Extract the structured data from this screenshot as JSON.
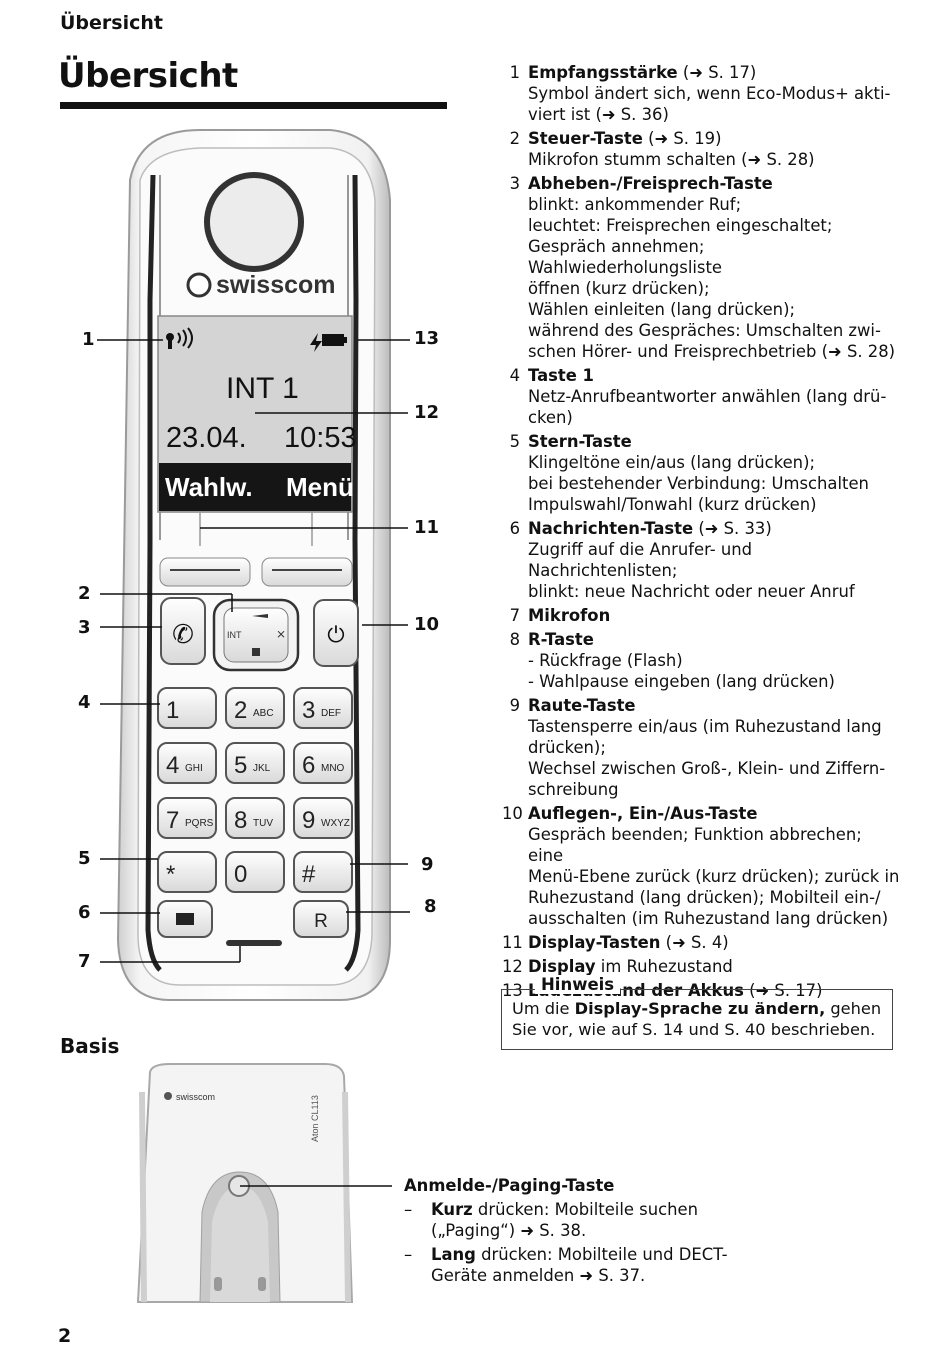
{
  "header": {
    "running_head": "Übersicht",
    "title": "Übersicht"
  },
  "phone": {
    "brand": "swisscom",
    "display": {
      "line1": "INT 1",
      "date": "23.04.",
      "time": "10:53",
      "softkey_left": "Wahlw.",
      "softkey_right": "Menü"
    },
    "nav_int_label": "INT",
    "keys": [
      {
        "digit": "1",
        "letters": ""
      },
      {
        "digit": "2",
        "letters": "ABC"
      },
      {
        "digit": "3",
        "letters": "DEF"
      },
      {
        "digit": "4",
        "letters": "GHI"
      },
      {
        "digit": "5",
        "letters": "JKL"
      },
      {
        "digit": "6",
        "letters": "MNO"
      },
      {
        "digit": "7",
        "letters": "PQRS"
      },
      {
        "digit": "8",
        "letters": "TUV"
      },
      {
        "digit": "9",
        "letters": "WXYZ"
      },
      {
        "digit": "*",
        "letters": ""
      },
      {
        "digit": "0",
        "letters": ""
      },
      {
        "digit": "#",
        "letters": ""
      }
    ],
    "r_key": "R",
    "callouts": [
      "1",
      "2",
      "3",
      "4",
      "5",
      "6",
      "7",
      "8",
      "9",
      "10",
      "11",
      "12",
      "13"
    ]
  },
  "legend": [
    {
      "num": "1",
      "title": "Empfangsstärke",
      "ref": " (➜ S. 17)",
      "lines": [
        "Symbol ändert sich, wenn Eco-Modus+ akti-",
        "viert ist (➜ S. 36)"
      ]
    },
    {
      "num": "2",
      "title": "Steuer-Taste",
      "ref": " (➜ S. 19)",
      "lines": [
        "Mikrofon stumm schalten (➜ S. 28)"
      ]
    },
    {
      "num": "3",
      "title": "Abheben-/Freisprech-Taste",
      "ref": "",
      "lines": [
        "blinkt: ankommender Ruf;",
        "leuchtet: Freisprechen eingeschaltet;",
        "Gespräch annehmen; Wahlwiederholungsliste",
        "öffnen (kurz drücken);",
        "Wählen einleiten (lang drücken);",
        "während des Gespräches: Umschalten zwi-",
        "schen Hörer- und Freisprechbetrieb (➜ S. 28)"
      ]
    },
    {
      "num": "4",
      "title": "Taste 1",
      "ref": "",
      "lines": [
        "Netz-Anrufbeantworter anwählen (lang drü-",
        "cken)"
      ]
    },
    {
      "num": "5",
      "title": "Stern-Taste",
      "ref": "",
      "lines": [
        "Klingeltöne ein/aus (lang drücken);",
        "bei bestehender Verbindung: Umschalten",
        "Impulswahl/Tonwahl (kurz drücken)"
      ]
    },
    {
      "num": "6",
      "title": "Nachrichten-Taste",
      "ref": " (➜ S. 33)",
      "lines": [
        "Zugriff auf die Anrufer- und Nachrichtenlisten;",
        "blinkt: neue Nachricht oder neuer Anruf"
      ]
    },
    {
      "num": "7",
      "title": "Mikrofon",
      "ref": "",
      "lines": []
    },
    {
      "num": "8",
      "title": "R-Taste",
      "ref": "",
      "lines": [
        "- Rückfrage (Flash)",
        "- Wahlpause eingeben (lang drücken)"
      ]
    },
    {
      "num": "9",
      "title": "Raute-Taste",
      "ref": "",
      "lines": [
        "Tastensperre ein/aus (im Ruhezustand lang",
        "drücken);",
        "Wechsel zwischen Groß-, Klein- und Ziffern-",
        "schreibung"
      ]
    },
    {
      "num": "10",
      "title": "Auflegen-, Ein-/Aus-Taste",
      "ref": "",
      "lines": [
        "Gespräch beenden; Funktion abbrechen; eine",
        "Menü-Ebene zurück (kurz drücken); zurück in",
        "Ruhezustand (lang drücken); Mobilteil ein-/",
        "ausschalten (im Ruhezustand lang drücken)"
      ]
    },
    {
      "num": "11",
      "title": "Display-Tasten",
      "ref": " (➜ S. 4)",
      "lines": []
    },
    {
      "num": "12",
      "title": "Display",
      "ref": " im Ruhezustand",
      "lines": []
    },
    {
      "num": "13",
      "title": "Ladezustand der Akkus",
      "ref": " (➜ S. 17)",
      "lines": []
    }
  ],
  "hint": {
    "title": "Hinweis",
    "pre": "Um die ",
    "bold": "Display-Sprache zu ändern,",
    "post": " gehen Sie vor, wie auf S. 14 und S. 40 beschrieben."
  },
  "basis": {
    "heading": "Basis",
    "brand": "swisscom",
    "model": "Aton CL113",
    "button_title": "Anmelde-/Paging-Taste",
    "items": [
      {
        "dash": "–",
        "bold": "Kurz",
        "text": " drücken: Mobilteile suchen",
        "text2": "(„Paging“) ➜ S. 38."
      },
      {
        "dash": "–",
        "bold": "Lang",
        "text": " drücken: Mobilteile und DECT-",
        "text2": "Geräte anmelden ➜ S. 37."
      }
    ]
  },
  "footer": {
    "page_number": "2"
  }
}
